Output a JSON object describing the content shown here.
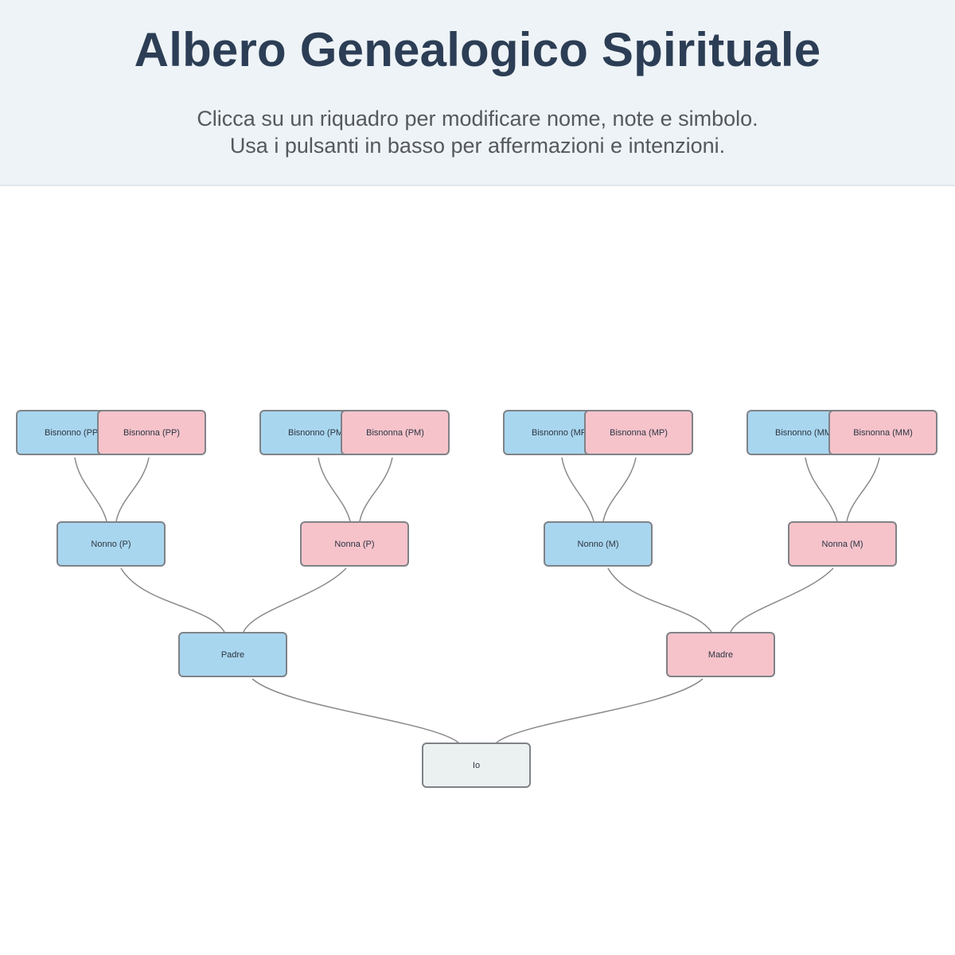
{
  "header": {
    "title": "Albero Genealogico Spirituale",
    "subtitle_line1": "Clicca su un riquadro per modificare nome, note e simbolo.",
    "subtitle_line2": "Usa i pulsanti in basso per affermazioni e intenzioni."
  },
  "colors": {
    "male": "#a9d6ef",
    "female": "#f6c3cb",
    "self": "#ebf0f1",
    "border": "#7f8287",
    "link": "#8a8a8a"
  },
  "tree": {
    "great_grandparents": {
      "bisnonno_pp": "Bisnonno (PP",
      "bisnonna_pp": "Bisnonna (PP)",
      "bisnonno_pm": "Bisnonno (PM",
      "bisnonna_pm": "Bisnonna (PM)",
      "bisnonno_mp": "Bisnonno (MP",
      "bisnonna_mp": "Bisnonna (MP)",
      "bisnonno_mm": "Bisnonno (MM",
      "bisnonna_mm": "Bisnonna (MM)"
    },
    "grandparents": {
      "nonno_p": "Nonno (P)",
      "nonna_p": "Nonna (P)",
      "nonno_m": "Nonno (M)",
      "nonna_m": "Nonna (M)"
    },
    "parents": {
      "padre": "Padre",
      "madre": "Madre"
    },
    "self": "Io"
  }
}
